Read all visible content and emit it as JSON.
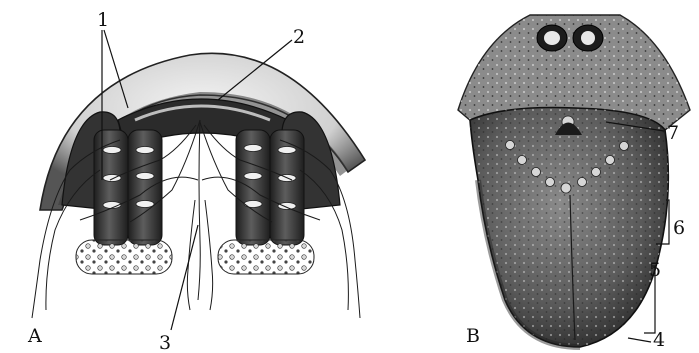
{
  "panels": {
    "a": {
      "panel_label": "A",
      "callouts": [
        {
          "id": "1",
          "text": "1"
        },
        {
          "id": "2",
          "text": "2"
        },
        {
          "id": "3",
          "text": "3"
        }
      ]
    },
    "b": {
      "panel_label": "B",
      "callouts": [
        {
          "id": "4",
          "text": "4"
        },
        {
          "id": "5",
          "text": "5"
        },
        {
          "id": "6",
          "text": "6"
        },
        {
          "id": "7",
          "text": "7"
        }
      ]
    }
  },
  "colors": {
    "ink": "#111111",
    "dark_tone": "#2e2e2e",
    "mid_tone": "#6a6a6a",
    "light_tone": "#cfcfcf",
    "background": "#ffffff"
  }
}
